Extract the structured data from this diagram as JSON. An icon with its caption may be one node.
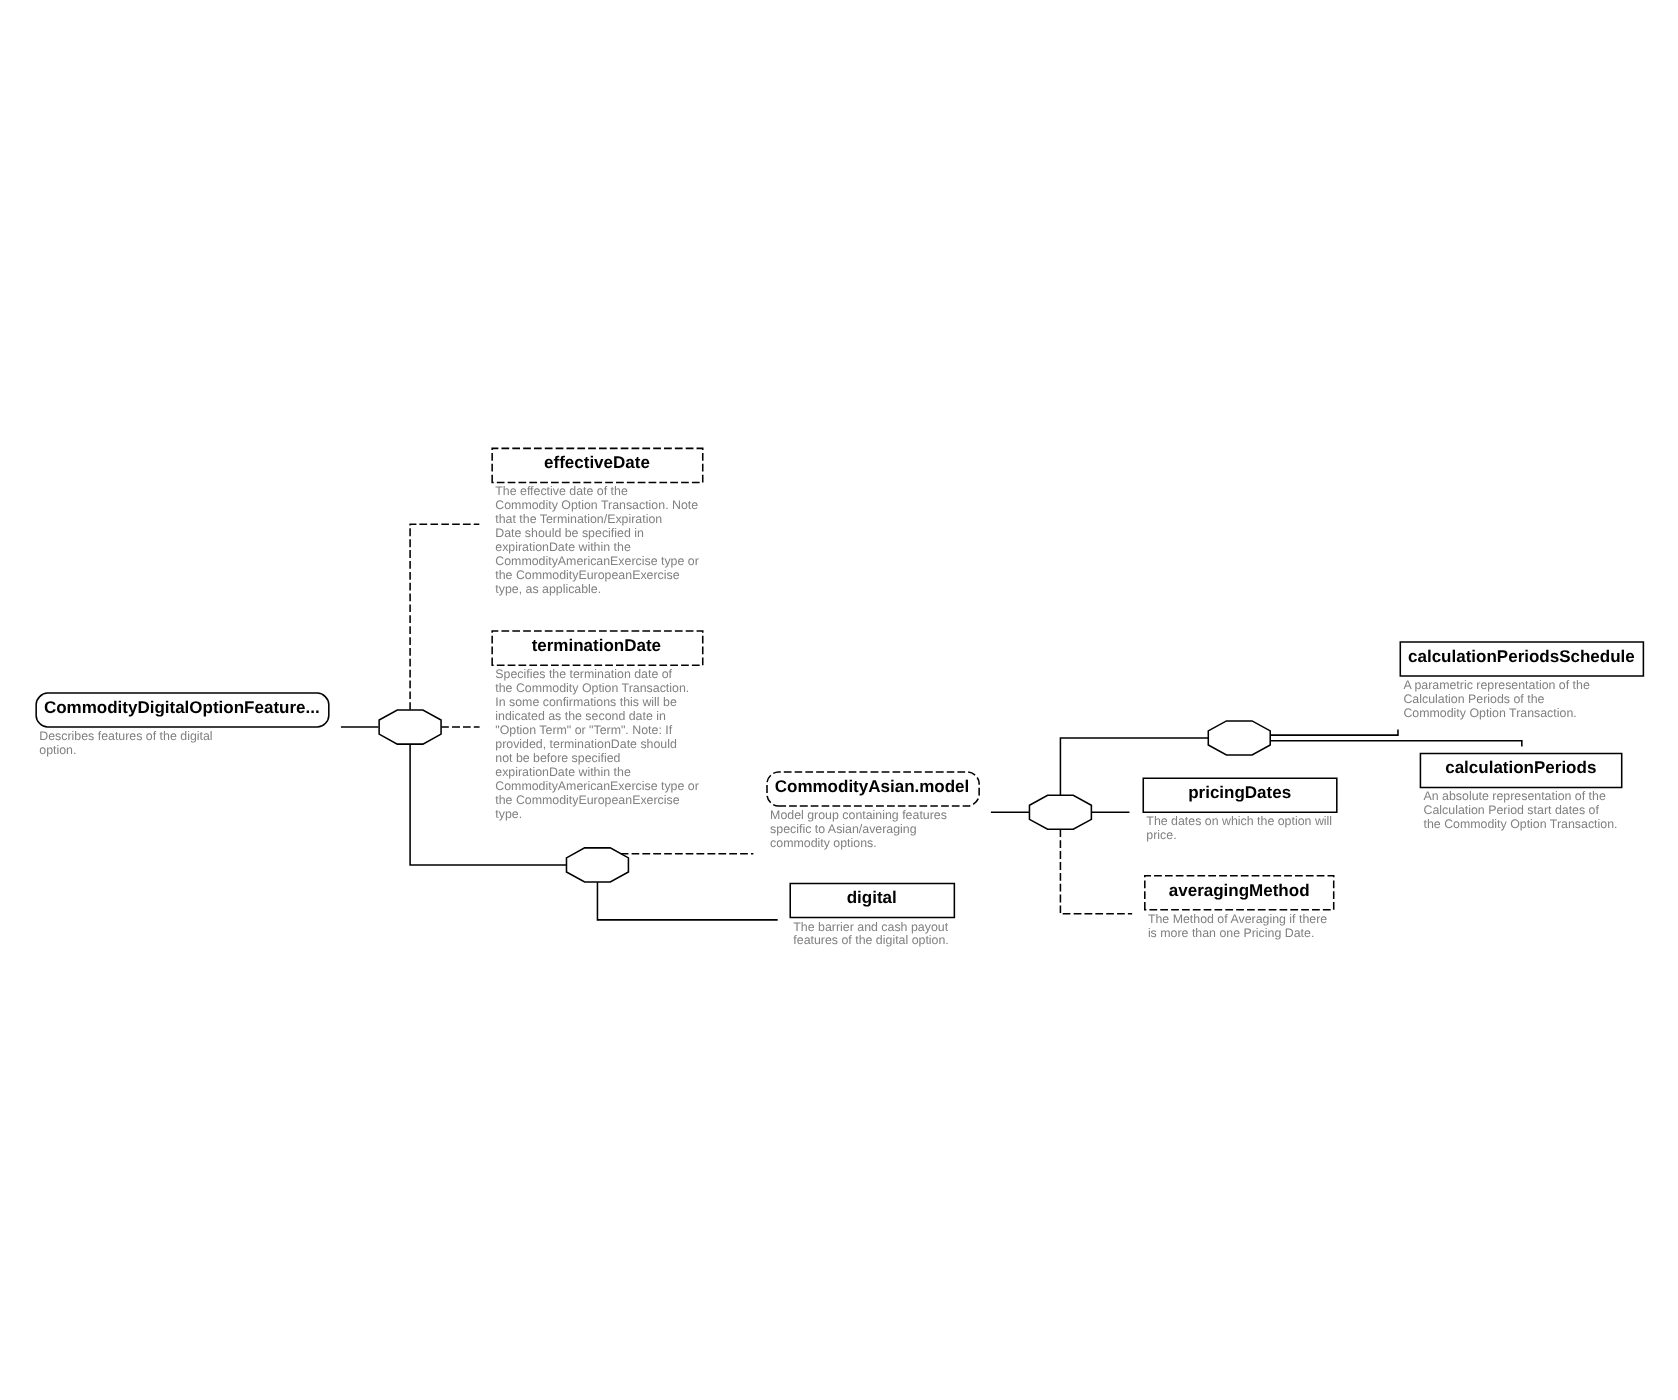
{
  "diagram": {
    "nodes": [
      {
        "text": [
          "CommodityDigitalOptionFeature..."
        ],
        "beside": [
          "Describes features of the digital option."
        ]
      },
      {
        "text": [],
        "shape": "octagon"
      },
      {
        "text": [
          "effectiveDate"
        ],
        "beside": [
          "The effective date of the Commodity Option Transaction. Note that the Termination/Expiration Date should be specified in expirationDate within the CommodityAmericanExercise type or the CommodityEuropeanExercise type, as applicable."
        ]
      },
      {
        "text": [
          "terminationDate"
        ],
        "beside": [
          "Specifies the termination date of the Commodity Option Transaction. In some confirmations this will be indicated as the second date in \"Option Term\" or \"Term\". Note: If provided, terminationDate should not be before specified expirationDate within the CommodityAmericanExercise type or the CommodityEuropeanExercise type."
        ]
      },
      {
        "text": [],
        "shape": "octagon"
      },
      {
        "text": [
          "CommodityAsian.model"
        ],
        "beside": [
          "Model group containing features specific to Asian/averaging commodity options."
        ]
      },
      {
        "text": [],
        "shape": "octagon"
      },
      {
        "text": [],
        "shape": "octagon"
      },
      {
        "text": [
          "calculationPeriodsSchedule"
        ],
        "beside": [
          "A parametric representation of the Calculation Periods of the Commodity Option Transaction."
        ]
      },
      {
        "text": [
          "calculationPeriods"
        ],
        "beside": [
          "An absolute representation of the Calculation Period start dates of the Commodity Option Transaction."
        ]
      },
      {
        "text": [
          "pricingDates"
        ],
        "beside": [
          "The dates on which the option will price."
        ]
      },
      {
        "text": [
          "averagingMethod"
        ],
        "beside": [
          "The Method of Averaging if there is more than one Pricing Date."
        ]
      },
      {
        "text": [
          "digital"
        ],
        "beside": [
          "The barrier and cash payout features of the digital option."
        ]
      }
    ],
    "edges": [
      {
        "from": 0,
        "to": 1,
        "arrow": "none"
      },
      {
        "from": 1,
        "to": 2,
        "arrow": "none",
        "style": "dashed"
      },
      {
        "from": 1,
        "to": 3,
        "arrow": "none",
        "style": "dashed"
      },
      {
        "from": 1,
        "to": 4,
        "arrow": "none"
      },
      {
        "from": 4,
        "to": 5,
        "arrow": "none",
        "style": "dashed"
      },
      {
        "from": 4,
        "to": 12,
        "arrow": "none"
      },
      {
        "from": 5,
        "to": 6,
        "arrow": "none"
      },
      {
        "from": 6,
        "to": 7,
        "arrow": "none"
      },
      {
        "from": 7,
        "to": 8,
        "arrow": "none"
      },
      {
        "from": 7,
        "to": 9,
        "arrow": "none"
      },
      {
        "from": 6,
        "to": 10,
        "arrow": "none"
      },
      {
        "from": 6,
        "to": 11,
        "arrow": "none",
        "style": "dashed"
      }
    ]
  }
}
